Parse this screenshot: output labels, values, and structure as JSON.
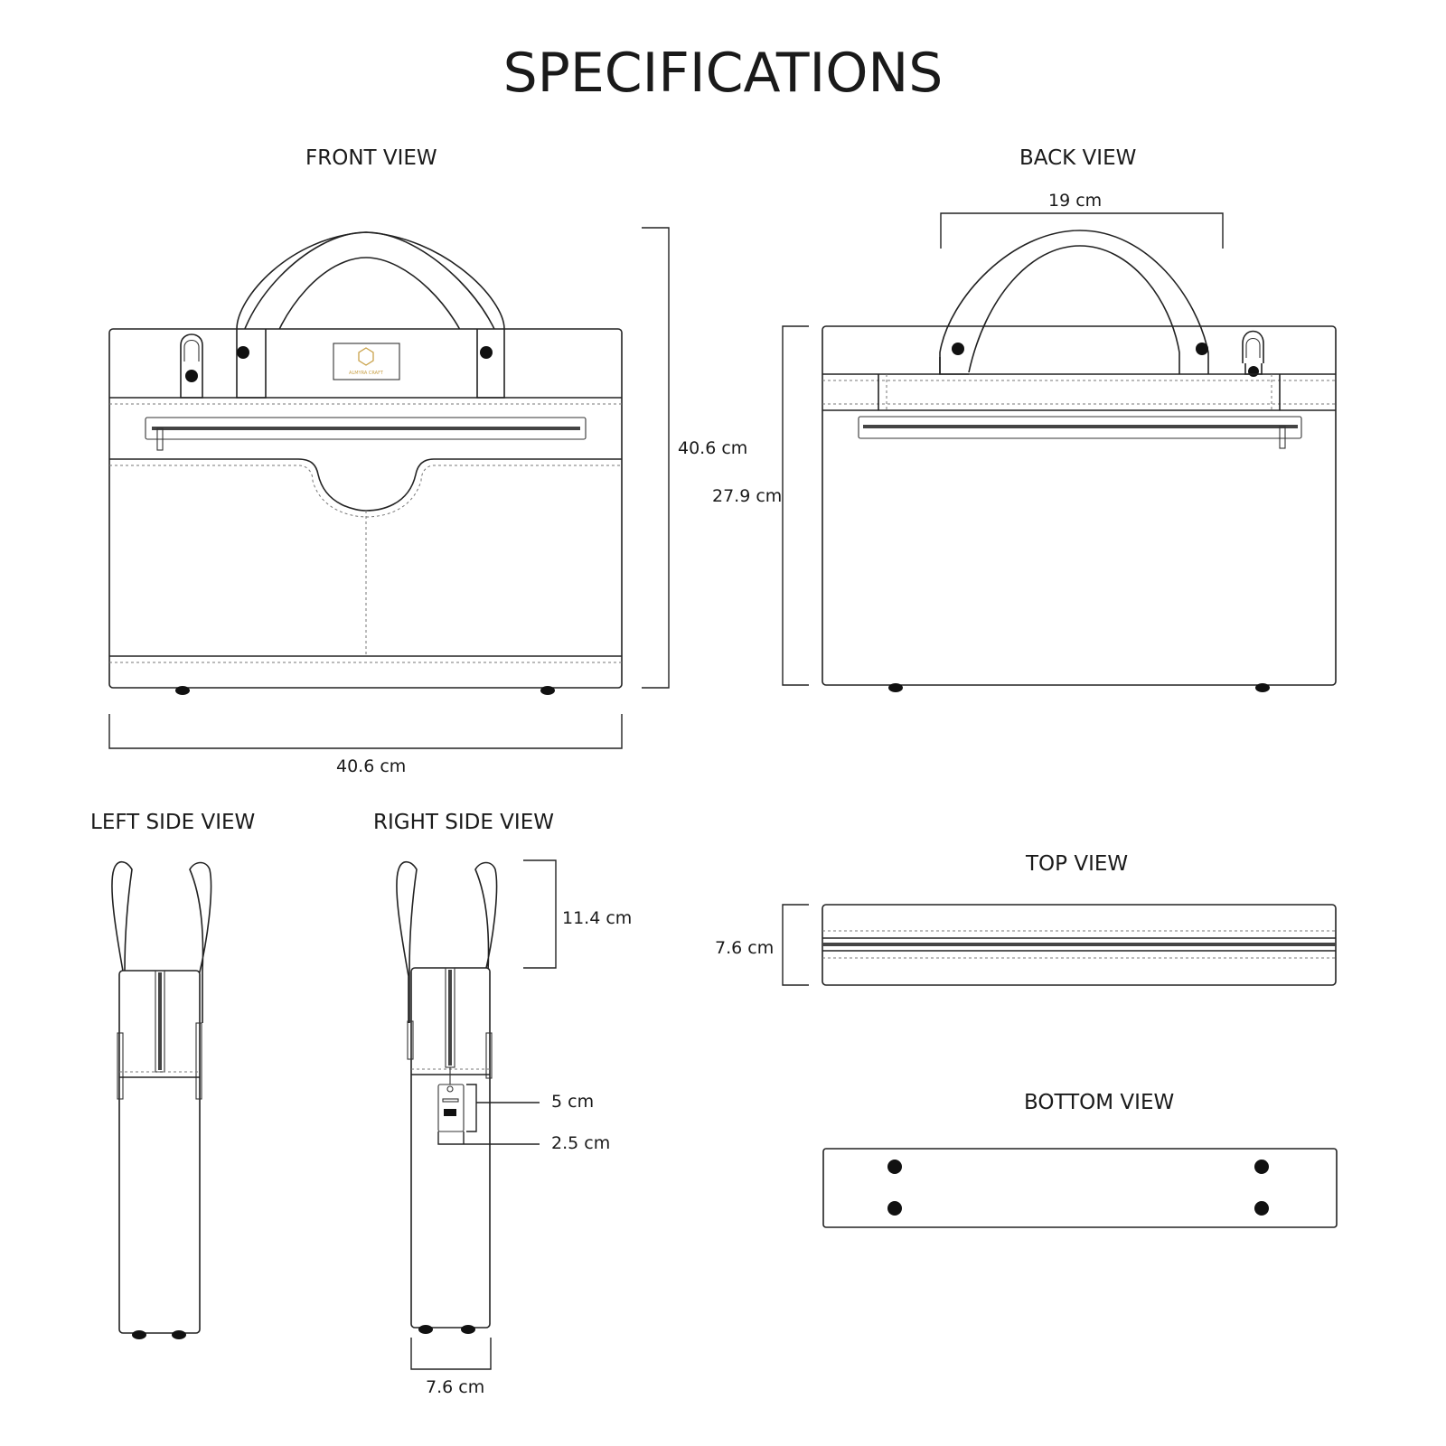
{
  "title": "SPECIFICATIONS",
  "views": {
    "front": "FRONT  VIEW",
    "back": "BACK VIEW",
    "left": "LEFT SIDE VIEW",
    "right": "RIGHT SIDE VIEW",
    "top": "TOP VIEW",
    "bottom": "BOTTOM VIEW"
  },
  "dimensions": {
    "front_width": "40.6 cm",
    "front_height": "40.6 cm",
    "back_handle_span": "19 cm",
    "back_height": "27.9 cm",
    "handle_height": "11.4 cm",
    "tag_height": "5 cm",
    "tag_width": "2.5 cm",
    "side_depth": "7.6 cm",
    "top_depth": "7.6 cm"
  },
  "logo_text": "ALMYRA CRAFT"
}
